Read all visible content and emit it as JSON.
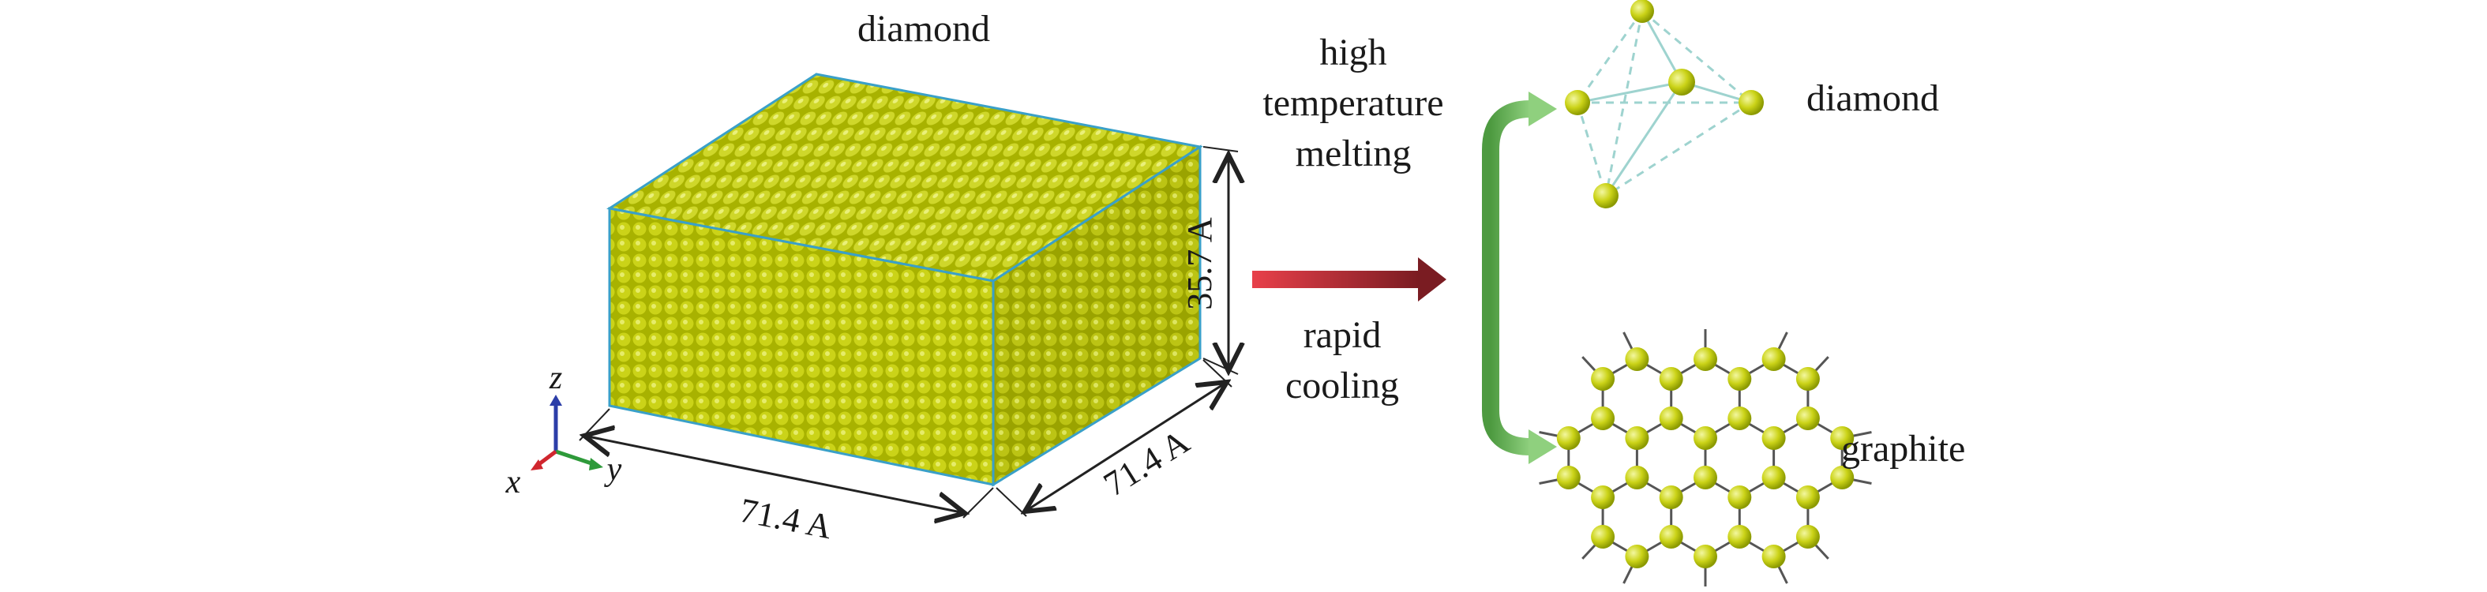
{
  "labels": {
    "box_title": "diamond",
    "dim_length": "71.4 A",
    "dim_width": "71.4 A",
    "dim_height": "35.7 A",
    "axis_z": "z",
    "axis_x": "x",
    "axis_y": "y",
    "process_top_line1": "high",
    "process_top_line2": "temperature",
    "process_top_line3": "melting",
    "process_bottom_line1": "rapid",
    "process_bottom_line2": "cooling",
    "result_diamond": "diamond",
    "result_graphite": "graphite"
  },
  "colors": {
    "atom": "#cbd318",
    "atom_dark": "#8c9a00",
    "box_edge": "#3aa0c8",
    "process_arrow": "#c8323c",
    "branch_arrow": "#6cb85a",
    "bond_diamond": "#9ed3cf",
    "bond_graphite": "#555555",
    "dimension_line": "#222222"
  }
}
